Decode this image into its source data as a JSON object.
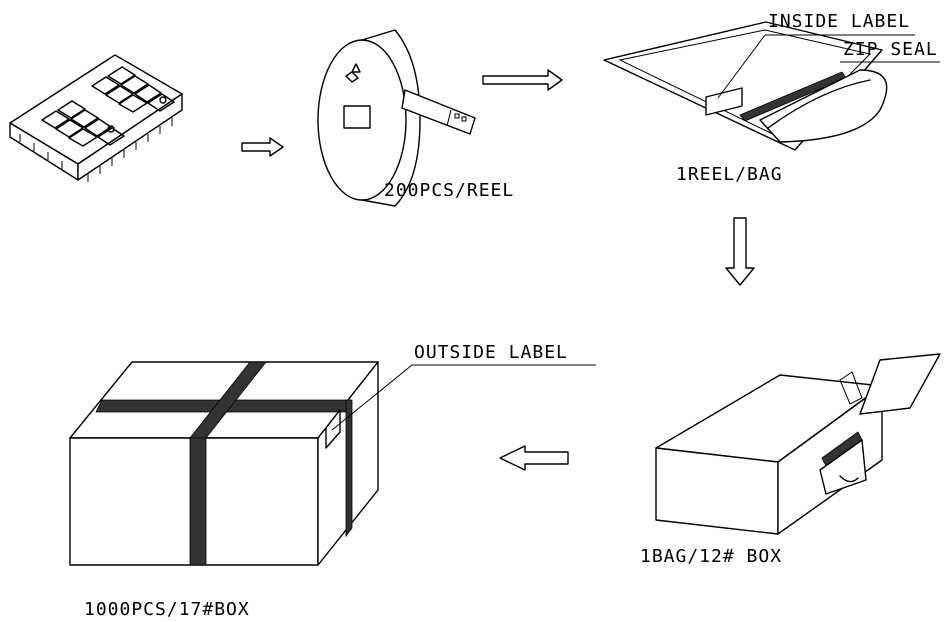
{
  "labels": {
    "inside_label": "INSIDE LABEL",
    "zip_seal": "ZIP SEAL",
    "reel_qty": "200PCS/REEL",
    "bag_qty": "1REEL/BAG",
    "outside_label": "OUTSIDE LABEL",
    "box12_qty": "1BAG/12# BOX",
    "box17_qty": "1000PCS/17#BOX"
  },
  "colors": {
    "line": "#000000",
    "band": "#333333",
    "background": "#ffffff"
  },
  "icons": {
    "display": "seven-segment-display-icon",
    "reel": "tape-reel-icon",
    "bag": "zip-bag-icon",
    "inner_box": "open-box-icon",
    "outer_box": "sealed-carton-icon",
    "arrows": [
      "arrow-right-icon",
      "arrow-right-icon",
      "arrow-down-icon",
      "arrow-left-icon"
    ]
  }
}
